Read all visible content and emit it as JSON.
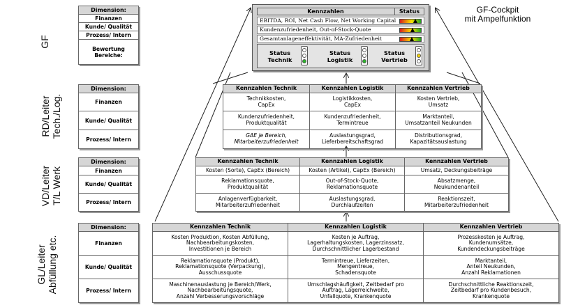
{
  "cockpit_caption": [
    "GF-Cockpit",
    "mit Ampelfunktion"
  ],
  "row_labels": {
    "gf": "GF",
    "rd": "RD/Leiter\nTech./Log.",
    "vd": "VD/Leiter\nT/L Werk",
    "gl": "GL/Leiter\nAbfüllung etc."
  },
  "gf_dimension": {
    "header": "Dimension:",
    "rows": [
      "Finanzen",
      "Kunde/ Qualität",
      "Prozess/ Intern"
    ],
    "footer": "Bewertung\nBereiche:"
  },
  "cockpit": {
    "header_kpi": "Kennzahlen",
    "header_status": "Status",
    "rows": [
      {
        "text": "EBITDA, ROI, Net Cash Flow, Net Working Capital",
        "status_level": 0.78
      },
      {
        "text": "Kundenzufriedenheit, Out-of-Stock-Quote",
        "status_level": 0.62
      },
      {
        "text": "Gesamtanlageneffektivität, MA-Zufriedenheit",
        "status_level": 0.6
      }
    ],
    "status_items": [
      {
        "label": "Status\nTechnik",
        "light": "green"
      },
      {
        "label": "Status\nLogistik",
        "light": "green"
      },
      {
        "label": "Status\nVertrieb",
        "light": "yellow"
      }
    ]
  },
  "dimension_labels": {
    "header": "Dimension:",
    "rows": [
      "Finanzen",
      "Kunde/ Qualität",
      "Prozess/ Intern"
    ]
  },
  "rd_table": {
    "headers": [
      "Kennzahlen Technik",
      "Kennzahlen Logistik",
      "Kennzahlen Vertrieb"
    ],
    "rows": [
      [
        "Technikkosten,\nCapEx",
        "Logistikkosten,\nCapEx",
        "Kosten Vertrieb,\nUmsatz"
      ],
      [
        "Kundenzufriedenheit,\nProduktqualität",
        "Kundenzufriedenheit,\nTermintreue",
        "Marktanteil,\nUmsatzanteil Neukunden"
      ],
      [
        "GAE je Bereich,\nMitarbeiterzufriedenheit",
        "Auslastungsgrad,\nLieferbereitschaftsgrad",
        "Distributionsgrad,\nKapazitätsauslastung"
      ]
    ]
  },
  "vd_table": {
    "headers": [
      "Kennzahlen Technik",
      "Kennzahlen Logistik",
      "Kennzahlen Vertrieb"
    ],
    "rows": [
      [
        "Kosten (Sorte), CapEx (Bereich)",
        "Kosten (Artikel), CapEx (Bereich)",
        "Umsatz, Deckungsbeiträge"
      ],
      [
        "Reklamationsquote,\nProduktqualität",
        "Out-of-Stock-Quote,\nReklamationsquote",
        "Absatzmenge,\nNeukundenanteil"
      ],
      [
        "Anlagenverfügbarkeit,\nMitarbeiterzufriedenheit",
        "Auslastungsgrad,\nDurchlaufzeiten",
        "Reaktionszeit,\nMitarbeiterzufriedenheit"
      ]
    ]
  },
  "gl_table": {
    "headers": [
      "Kennzahlen Technik",
      "Kennzahlen Logistik",
      "Kennzahlen Vertrieb"
    ],
    "rows": [
      [
        "Kosten Produktion, Kosten Abfüllung,\nNachbearbeitungskosten,\nInvestitionen je Bereich",
        "Kosten je Auftrag,\nLagerhaltungskosten, Lagerzinssatz,\nDurchschnittlicher Lagerbestand",
        "Prozesskosten je Auftrag,\nKundenumsätze,\nKundendeckungsbeiträge"
      ],
      [
        "Reklamationsquote (Produkt),\nReklamationsquote (Verpackung),\nAusschussquote",
        "Termintreue, Lieferzeiten,\nMengentreue,\nSchadensquote",
        "Marktanteil,\nAnteil Neukunden,\nAnzahl Reklamationen"
      ],
      [
        "Maschinenauslastung je Bereich/Werk,\nNachbearbeitungsquote,\nAnzahl Verbesserungsvorschläge",
        "Umschlagshäufigkeit, Zeitbedarf pro\nAuftrag, Lagerreichweite,\nUnfallquote, Krankenquote",
        "Durchschnittliche Reaktionszeit,\nZeitbedarf pro Kundenbesuch,\nKrankenquote"
      ]
    ]
  }
}
